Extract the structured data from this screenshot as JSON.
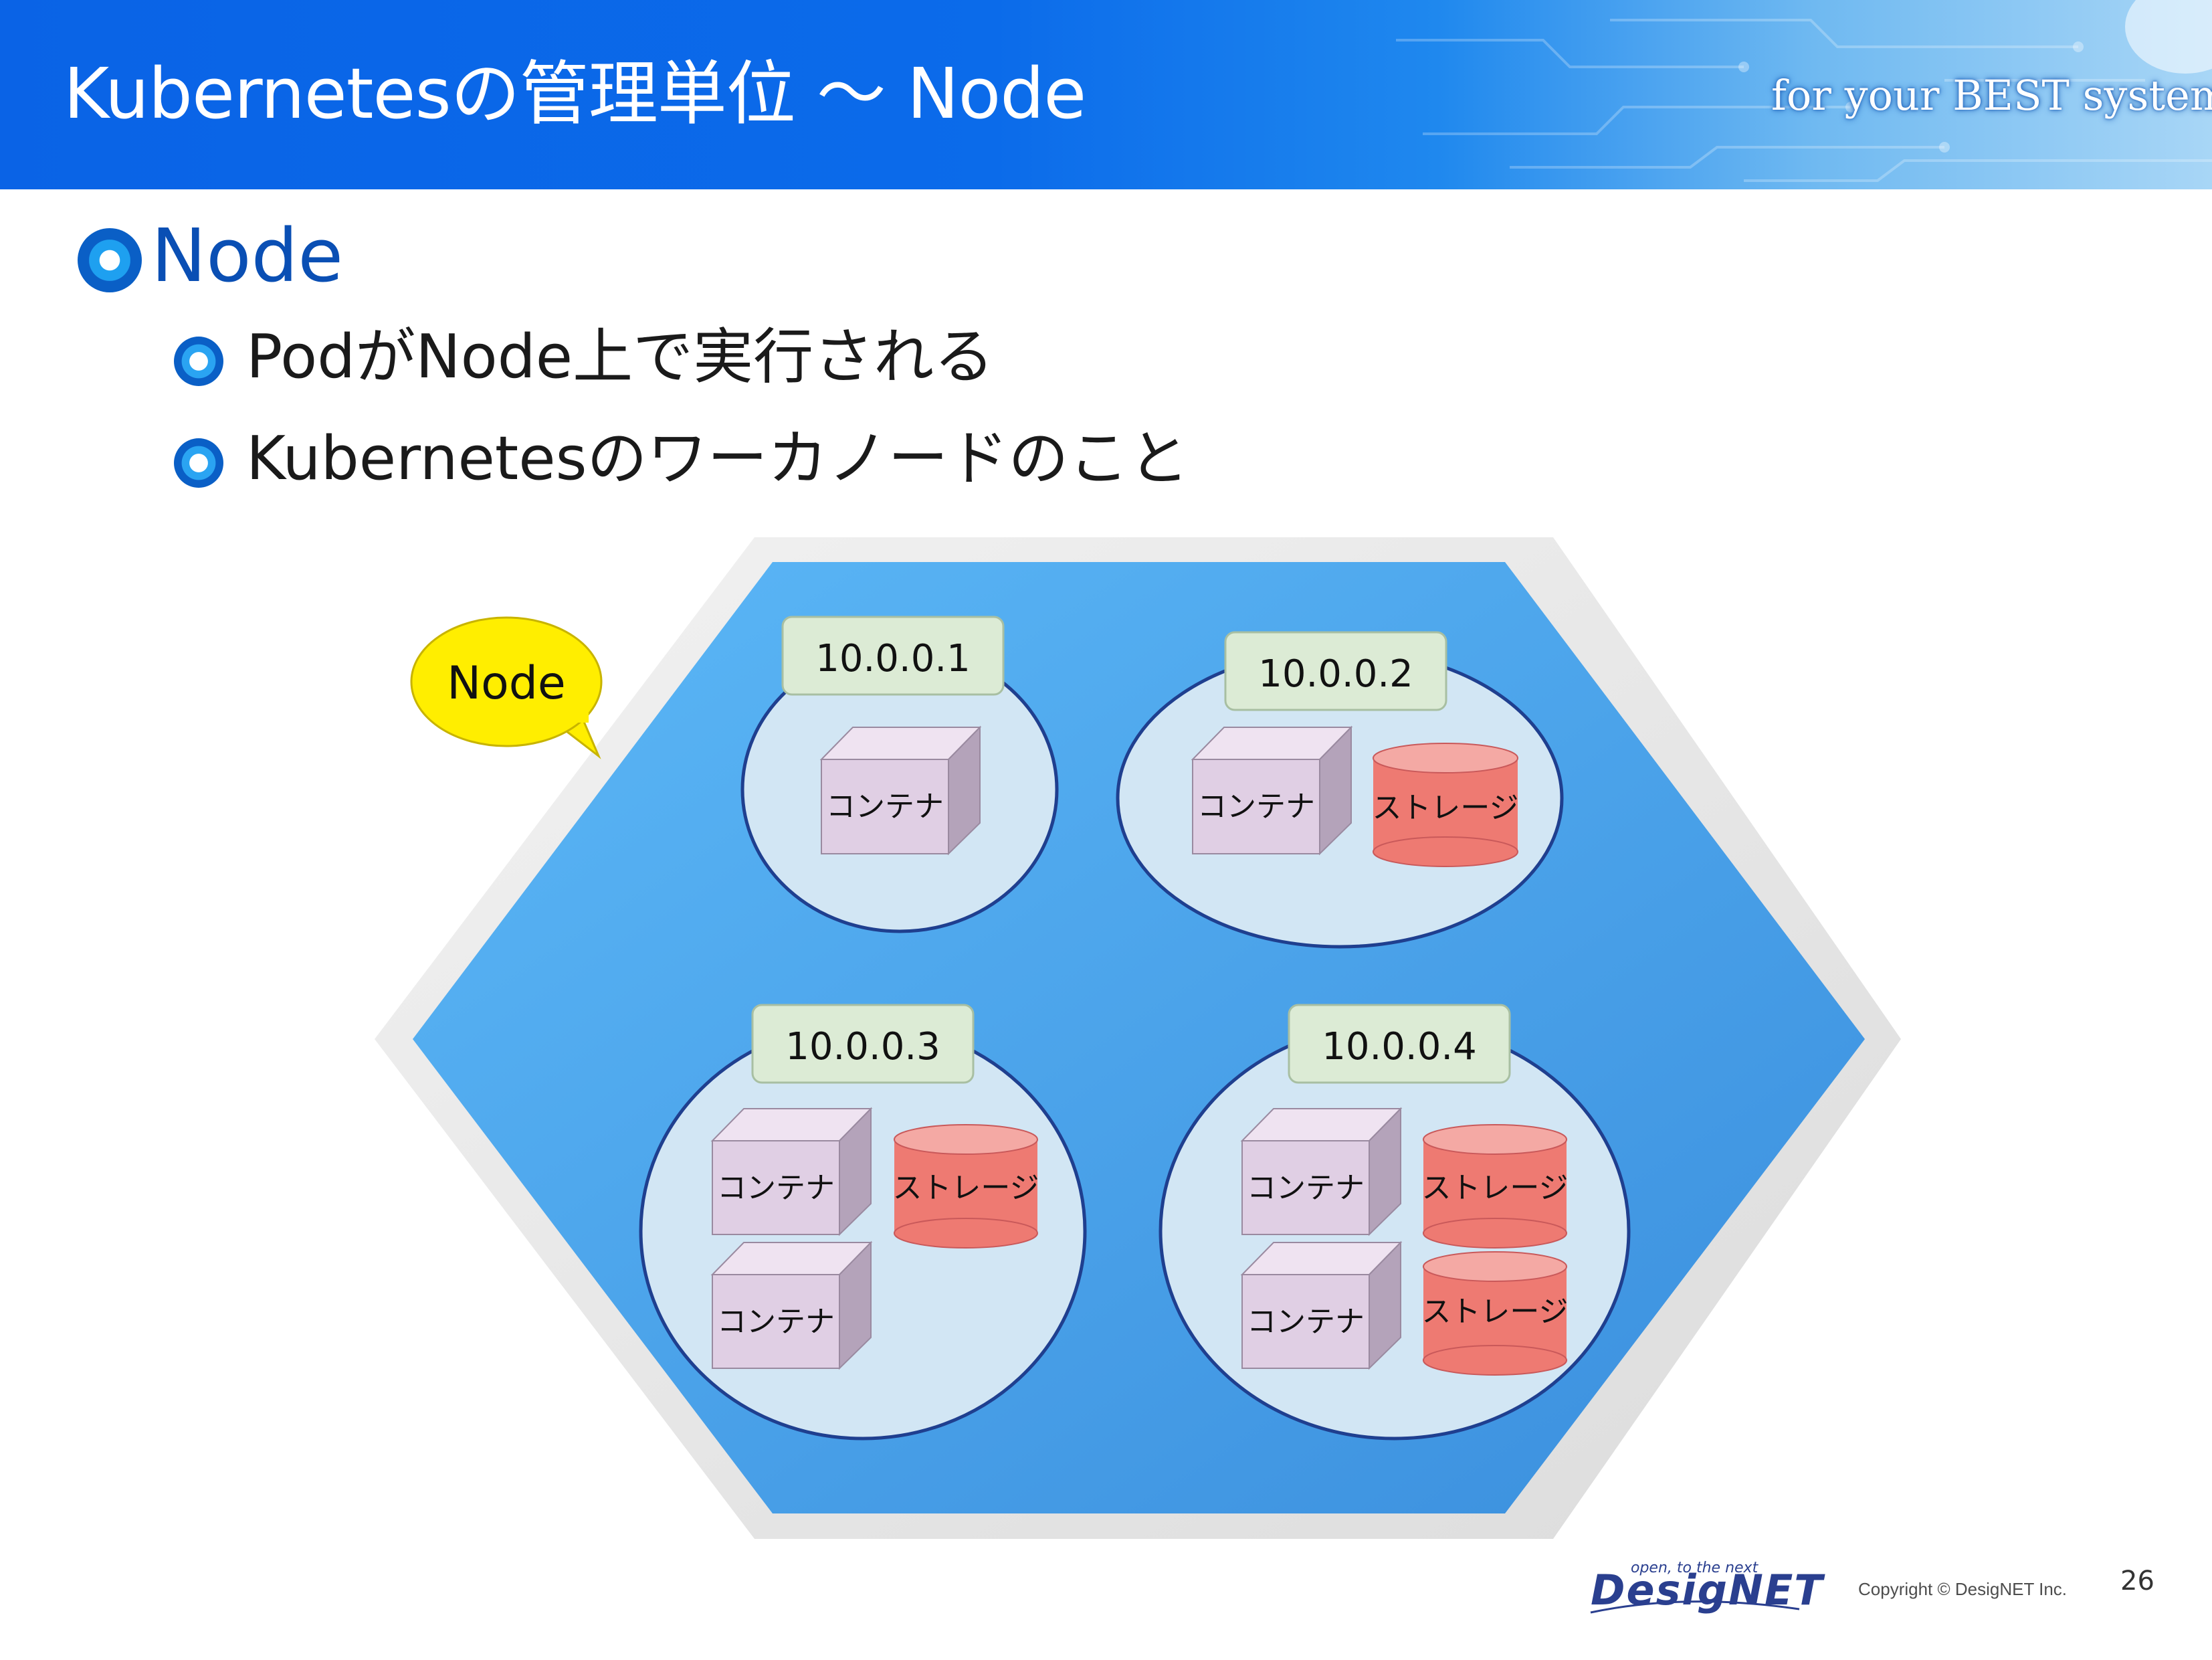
{
  "header": {
    "title": "Kubernetesの管理単位 〜 Node",
    "tagline": "for your BEST system"
  },
  "bullets": {
    "main": "Node",
    "sub": [
      "PodがNode上で実行される",
      "Kubernetesのワーカノードのこと"
    ]
  },
  "diagram": {
    "callout": "Node",
    "pods": [
      {
        "ip": "10.0.0.1",
        "items": [
          "コンテナ"
        ]
      },
      {
        "ip": "10.0.0.2",
        "items": [
          "コンテナ",
          "ストレージ"
        ]
      },
      {
        "ip": "10.0.0.3",
        "items": [
          "コンテナ",
          "ストレージ",
          "コンテナ"
        ]
      },
      {
        "ip": "10.0.0.4",
        "items": [
          "コンテナ",
          "ストレージ",
          "コンテナ",
          "ストレージ"
        ]
      }
    ]
  },
  "footer": {
    "logo_tagline": "open, to the next",
    "logo": "DesigNET",
    "copyright": "Copyright © DesigNET Inc.",
    "page_number": "26"
  },
  "colors": {
    "header_blue": "#0b6bea",
    "node_blue": "#3f9ae6",
    "pod_fill": "#d2e6f4",
    "pod_stroke": "#1f3f8f",
    "label_fill": "#dcebd5",
    "container_fill": "#e0cfe4",
    "storage_fill": "#ee7a72",
    "callout_fill": "#ffee00"
  }
}
